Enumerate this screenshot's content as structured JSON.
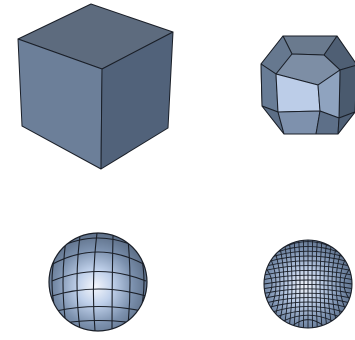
{
  "figure": {
    "panels": [
      {
        "name": "cube",
        "subdivision_level": 0
      },
      {
        "name": "subdivided-level-1",
        "subdivision_level": 1
      },
      {
        "name": "subdivided-level-2",
        "subdivision_level": 2
      },
      {
        "name": "subdivided-level-3",
        "subdivision_level": 3
      }
    ],
    "colors": {
      "background": "#ffffff",
      "top_face": "#5d6b7e",
      "left_face": "#6c7f99",
      "right_face": "#51627a",
      "front_face": "#bccde8",
      "highlight": "#eef2f8",
      "edge": "#1a1f28"
    }
  }
}
